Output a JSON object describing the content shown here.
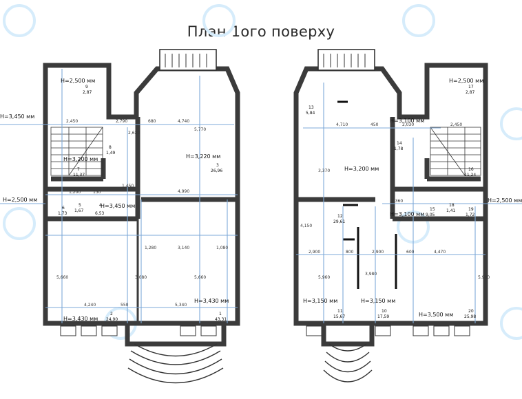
{
  "title": "План 1ого поверху",
  "colors": {
    "walls": "#3b3b3b",
    "dimension_lines": "#7da9d8",
    "watermark": "#d6ecfb"
  },
  "left_plan": {
    "heights": [
      "H=2,500 мм",
      "H=3,450 мм",
      "H=3,220 мм",
      "H=3,200 мм",
      "H=2,500 мм",
      "H=3,450 мм",
      "H=3,430 мм",
      "H=3,430 мм"
    ],
    "rooms": [
      {
        "num": "9",
        "area": "2,87"
      },
      {
        "num": "8",
        "area": "1,49"
      },
      {
        "num": "7",
        "area": "11,37"
      },
      {
        "num": "3",
        "area": "26,96"
      },
      {
        "num": "6",
        "area": "1,73"
      },
      {
        "num": "5",
        "area": "1,67"
      },
      {
        "num": "4",
        "area": "6,53"
      },
      {
        "num": "2",
        "area": "24,90"
      },
      {
        "num": "1",
        "area": "43,31"
      }
    ],
    "dims": [
      "2,790",
      "680",
      "4,740",
      "2,450",
      "1,200",
      "150",
      "4,990",
      "3,140",
      "1,280",
      "1,080",
      "4,240",
      "5,340",
      "5,660",
      "5,660",
      "3,080",
      "5,770",
      "1,450",
      "2,620",
      "550"
    ]
  },
  "right_plan": {
    "heights": [
      "H=3,200 мм",
      "H=3,100 мм",
      "H=2,500 мм",
      "H=3,100 мм",
      "H=2,500 мм",
      "H=3,150 мм",
      "H=3,150 мм",
      "H=3,500 мм"
    ],
    "rooms": [
      {
        "num": "13",
        "area": "5,84"
      },
      {
        "num": "17",
        "area": "2,87"
      },
      {
        "num": "14",
        "area": "1,78"
      },
      {
        "num": "16",
        "area": "11,24"
      },
      {
        "num": "12",
        "area": "29,61"
      },
      {
        "num": "15",
        "area": "9,05"
      },
      {
        "num": "18",
        "area": "1,41"
      },
      {
        "num": "19",
        "area": "1,72"
      },
      {
        "num": "11",
        "area": "15,67"
      },
      {
        "num": "10",
        "area": "17,59"
      },
      {
        "num": "20",
        "area": "25,98"
      }
    ],
    "dims": [
      "4,710",
      "450",
      "2,030",
      "2,450",
      "2,360",
      "2,900",
      "800",
      "2,900",
      "4,470",
      "600",
      "5,980",
      "3,980",
      "5,960",
      "3,370",
      "4,150"
    ]
  }
}
